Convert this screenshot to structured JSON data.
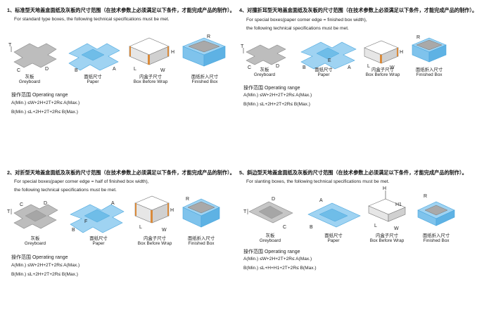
{
  "panels": [
    {
      "title": "1、标准型天地盖盒面纸及灰板的尺寸范围（在技术参数上必须满足以下条件，才能完成产品的制作）。",
      "sub1": "For standard type boxes, the following technical specifications must be met.",
      "sub2": "",
      "captions": [
        [
          "灰板",
          "Greyboard"
        ],
        [
          "面纸尺寸",
          "Paper"
        ],
        [
          "内盒子尺寸",
          "Box Before Wrap"
        ],
        [
          "面纸折入尺寸",
          "Finished Box"
        ]
      ],
      "labels": {
        "greyboard": [
          "T",
          "C",
          "D"
        ],
        "paper": [
          "B",
          "A"
        ],
        "box": [
          "H",
          "L",
          "W"
        ],
        "finished": [
          "R"
        ]
      },
      "range_title": "操作范围 Operating range",
      "formula_a": "A(Min.) ≤W+2H+2T+2R≤ A(Max.)",
      "formula_b": "B(Min.) ≤L+2H+2T+2R≤ B(Max.)"
    },
    {
      "title": "4、对撞折耳型天地盖盒面纸及灰板的尺寸范围（在技术参数上必须满足以下条件，才能完成产品的制作）。",
      "sub1": "For special boxes(paper corner edge = finished box width),",
      "sub2": "the following technical specifications must be met.",
      "captions": [
        [
          "灰板",
          "Greyboard"
        ],
        [
          "面纸尺寸",
          "Paper"
        ],
        [
          "内盒子尺寸",
          "Box Before Wrap"
        ],
        [
          "面纸折入尺寸",
          "Finished Box"
        ]
      ],
      "labels": {
        "greyboard": [
          "T",
          "C",
          "D"
        ],
        "paper": [
          "B",
          "E",
          "A"
        ],
        "box": [
          "H",
          "L",
          "W"
        ],
        "finished": [
          "R"
        ]
      },
      "range_title": "操作范围 Operating range",
      "formula_a": "A(Min.) ≤W+2H+2T+2R≤ A(Max.)",
      "formula_b": "B(Min.) ≤L+2H+2T+2R≤ B(Max.)"
    },
    {
      "title": "2、对折型天地盖盒面纸及灰板的尺寸范围（在技术参数上必须满足以下条件，才能完成产品的制作）。",
      "sub1": "For special boxes(paper corner edge = half of finished box width),",
      "sub2": "the following technical specifications must be met.",
      "captions": [
        [
          "灰板",
          "Greyboard"
        ],
        [
          "面纸尺寸",
          "Paper"
        ],
        [
          "内盒子尺寸",
          "Box Before Wrap"
        ],
        [
          "面纸折入尺寸",
          "Finished Box"
        ]
      ],
      "labels": {
        "greyboard": [
          "T",
          "C",
          "D"
        ],
        "paper": [
          "B",
          "F",
          "A"
        ],
        "box": [
          "H",
          "L",
          "W"
        ],
        "finished": [
          "R"
        ]
      },
      "range_title": "操作范围 Operating range",
      "formula_a": "A(Min.) ≤W+2H+2T+2R≤ A(Max.)",
      "formula_b": "B(Min.) ≤L+2H+2T+2R≤ B(Max.)"
    },
    {
      "title": "5、斜边型天地盖盒面纸及灰板的尺寸范围（在技术参数上必须满足以下条件，才能完成产品的制作）。",
      "sub1": "For slanting boxes, the following technical specifications must be met.",
      "sub2": "",
      "captions": [
        [
          "灰板",
          "Greyboard"
        ],
        [
          "面纸尺寸",
          "Paper"
        ],
        [
          "内盒子尺寸",
          "Box Before Wrap"
        ],
        [
          "面纸折入尺寸",
          "Finished Box"
        ]
      ],
      "labels": {
        "greyboard": [
          "T",
          "D",
          "C"
        ],
        "paper": [
          "B",
          "A"
        ],
        "box": [
          "H",
          "H1",
          "L",
          "W"
        ],
        "finished": [
          "R"
        ]
      },
      "range_title": "操作范围 Operating range",
      "formula_a": "A(Min.) ≤W+2H+2T+2R≤ A(Max.)",
      "formula_b": "B(Min.) ≤L+H+H1+2T+2R≤ B(Max.)"
    }
  ],
  "colors": {
    "grey": "#bdbdbd",
    "greyDark": "#8f8f8f",
    "blue": "#9fd3f2",
    "blueDark": "#4aa6dd",
    "orange": "#d98a3a",
    "line": "#333333"
  }
}
